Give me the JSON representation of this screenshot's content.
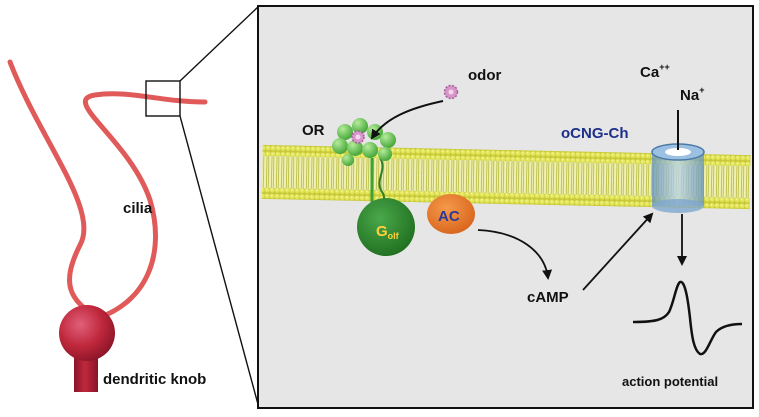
{
  "labels": {
    "odor": "odor",
    "or": "OR",
    "ca": "Ca",
    "ca_charge": "++",
    "na": "Na",
    "na_charge": "+",
    "ocng": "oCNG-Ch",
    "cilia": "cilia",
    "golf_main": "G",
    "golf_sub": "olf",
    "ac": "AC",
    "camp": "cAMP",
    "dendritic_knob": "dendritic knob",
    "action_potential": "action potential"
  },
  "colors": {
    "cilia": "#e05a5a",
    "knob": "#c0283c",
    "panel_bg": "#e6e6e6",
    "membrane": "#d6d84a",
    "receptor": "#5ab54a",
    "odor": "#d995c9",
    "g_protein": "#2f8a2c",
    "adenylyl_cyclase": "#e8782a",
    "channel": "#7fa8cf",
    "ocng_label": "#1c2f8a"
  },
  "icons": {
    "odor": "odor-molecule-icon",
    "channel": "ion-channel-icon"
  }
}
